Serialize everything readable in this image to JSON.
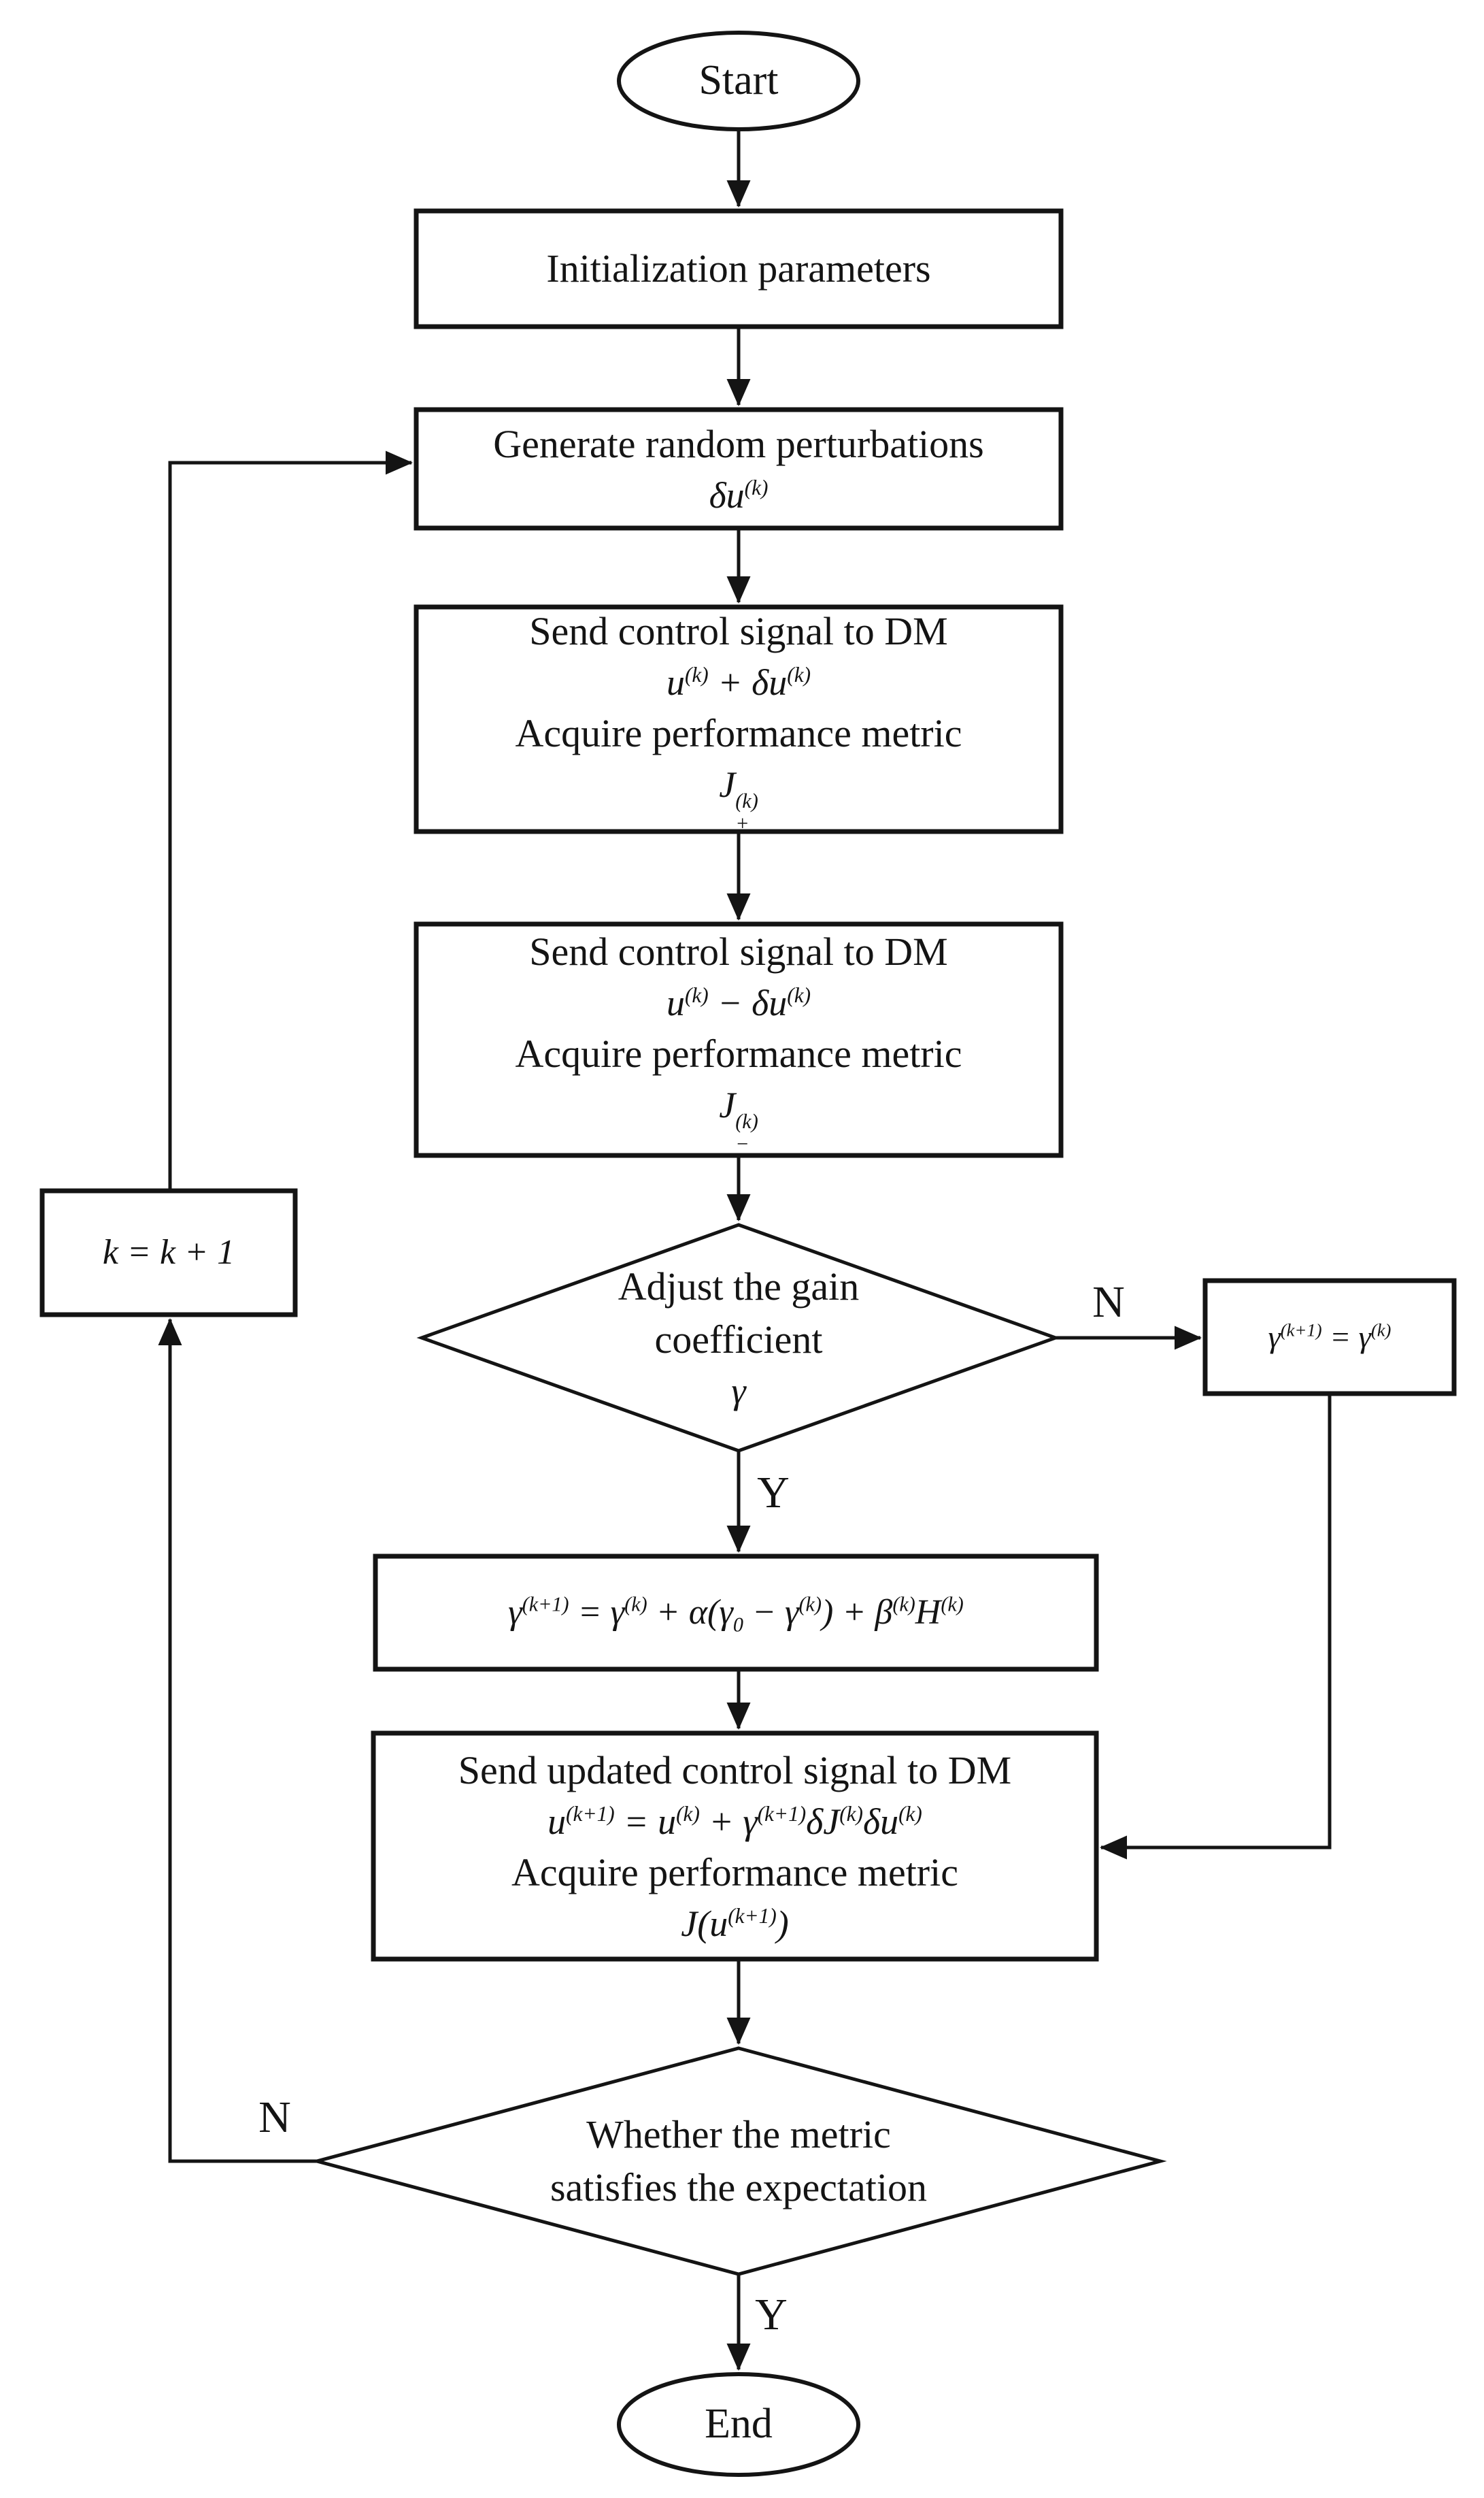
{
  "figure": {
    "type": "flowchart",
    "background_color": "#ffffff",
    "ink_color": "#141414"
  },
  "nodes": {
    "start": {
      "label": "Start"
    },
    "init": {
      "title": "Initialization parameters"
    },
    "generate": {
      "title": "Generate random perturbations",
      "formula": "δu^{(k)}"
    },
    "send_plus": {
      "title": "Send control signal to DM",
      "formula": "u^{(k)} + δu^{(k)}",
      "subtitle": "Acquire performance metric",
      "metric": "J^{(k)}_{+}"
    },
    "send_minus": {
      "title": "Send control signal to DM",
      "formula": "u^{(k)} − δu^{(k)}",
      "subtitle": "Acquire performance metric",
      "metric": "J^{(k)}_{−}"
    },
    "gain_decision": {
      "line1": "Adjust the gain",
      "line2": "coefficient",
      "symbol": "γ"
    },
    "gain_keep": {
      "formula": "γ^{(k+1)} = γ^{(k)}"
    },
    "gain_update": {
      "formula": "γ^{(k+1)} = γ^{(k)} + α(γ_{0} − γ^{(k)}) + β^{(k)}H^{(k)}"
    },
    "send_updated": {
      "title": "Send updated control signal to DM",
      "formula": "u^{(k+1)} = u^{(k)} + γ^{(k+1)}δJ^{(k)}δu^{(k)}",
      "subtitle": "Acquire performance metric",
      "metric": "J(u^{(k+1)})"
    },
    "metric_decision": {
      "line1": "Whether the metric",
      "line2": "satisfies the expectation"
    },
    "increment": {
      "formula": "k = k + 1"
    },
    "end": {
      "label": "End"
    }
  },
  "edge_labels": {
    "gain_no": "N",
    "gain_yes": "Y",
    "metric_no": "N",
    "metric_yes": "Y"
  }
}
